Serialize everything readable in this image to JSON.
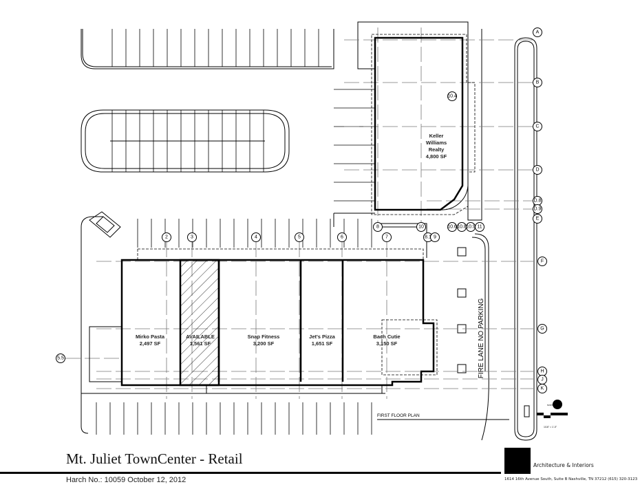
{
  "drawing": {
    "title": "Mt. Juliet TownCenter - Retail",
    "subtitle": "Harch No.: 10059    October 12, 2012",
    "plan_label": "FIRST FLOOR PLAN",
    "fire_lane": "FIRE LANE   NO PARKING",
    "scale": "1/16\" = 1'-0\"",
    "north": "NORTH"
  },
  "firm": {
    "tagline": "Architecture & Interiors",
    "address": "1614 16th Avenue South, Suite B   Nashville, TN  37212   (615) 320-3123"
  },
  "tenants": [
    {
      "name": "Mirko Pasta",
      "area": "2,497 SF"
    },
    {
      "name": "AVAILABLE",
      "area": "1,561 SF"
    },
    {
      "name": "Snap Fitness",
      "area": "3,200 SF"
    },
    {
      "name": "Jet's Pizza",
      "area": "1,651 SF"
    },
    {
      "name": "Bach Cutie",
      "area": "3,150 SF"
    },
    {
      "name": "Keller",
      "name2": "Williams",
      "name3": "Realty",
      "area": "4,800 SF"
    }
  ],
  "grid": {
    "columns": [
      "2",
      "3",
      "4",
      "5",
      "6",
      "7",
      "8",
      "8.1",
      "9",
      "10",
      "10.6",
      "10.8",
      "10.9",
      "11",
      "5.5"
    ],
    "rows": [
      "A",
      "B",
      "C",
      "D",
      "D.8",
      "D.9",
      "E",
      "F",
      "G",
      "H",
      "J",
      "K",
      "10.4"
    ]
  }
}
